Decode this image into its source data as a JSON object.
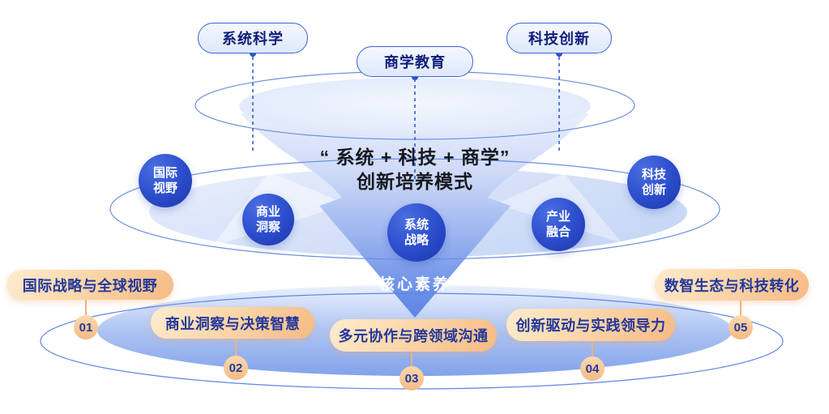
{
  "diagram": {
    "top_pills": [
      {
        "id": "system-science",
        "label": "系统科学"
      },
      {
        "id": "business-education",
        "label": "商学教育"
      },
      {
        "id": "technology-innovation",
        "label": "科技创新"
      }
    ],
    "title": {
      "line1": "“ 系统 + 科技 + 商学”",
      "line2": "创新培养模式"
    },
    "competency_circles": [
      {
        "id": "global-vision",
        "line1": "国际",
        "line2": "视野"
      },
      {
        "id": "business-insight",
        "line1": "商业",
        "line2": "洞察"
      },
      {
        "id": "system-strategy",
        "line1": "系统",
        "line2": "战略"
      },
      {
        "id": "industry-integration",
        "line1": "产业",
        "line2": "融合"
      },
      {
        "id": "tech-innovation",
        "line1": "科技",
        "line2": "创新"
      }
    ],
    "funnel_label": "核心素养",
    "outcome_pills": [
      {
        "id": "global-strategy",
        "number": "01",
        "label": "国际战略与全球视野"
      },
      {
        "id": "business-wisdom",
        "number": "02",
        "label": "商业洞察与决策智慧"
      },
      {
        "id": "cross-domain-communication",
        "number": "03",
        "label": "多元协作与跨领域沟通"
      },
      {
        "id": "innovation-leadership",
        "number": "04",
        "label": "创新驱动与实践领导力"
      },
      {
        "id": "digital-eco-transformation",
        "number": "05",
        "label": "数智生态与科技转化"
      }
    ]
  },
  "colors": {
    "accent_blue": "#2f55cc",
    "pill_border_blue": "#3c63d8",
    "circle_blue_dark": "#1b36a8",
    "funnel_blue": "#5d84e6",
    "orange_light": "#fdeccf",
    "orange_deep": "#f5ba84",
    "navy_text": "#24389b",
    "title_text": "#17181f"
  }
}
